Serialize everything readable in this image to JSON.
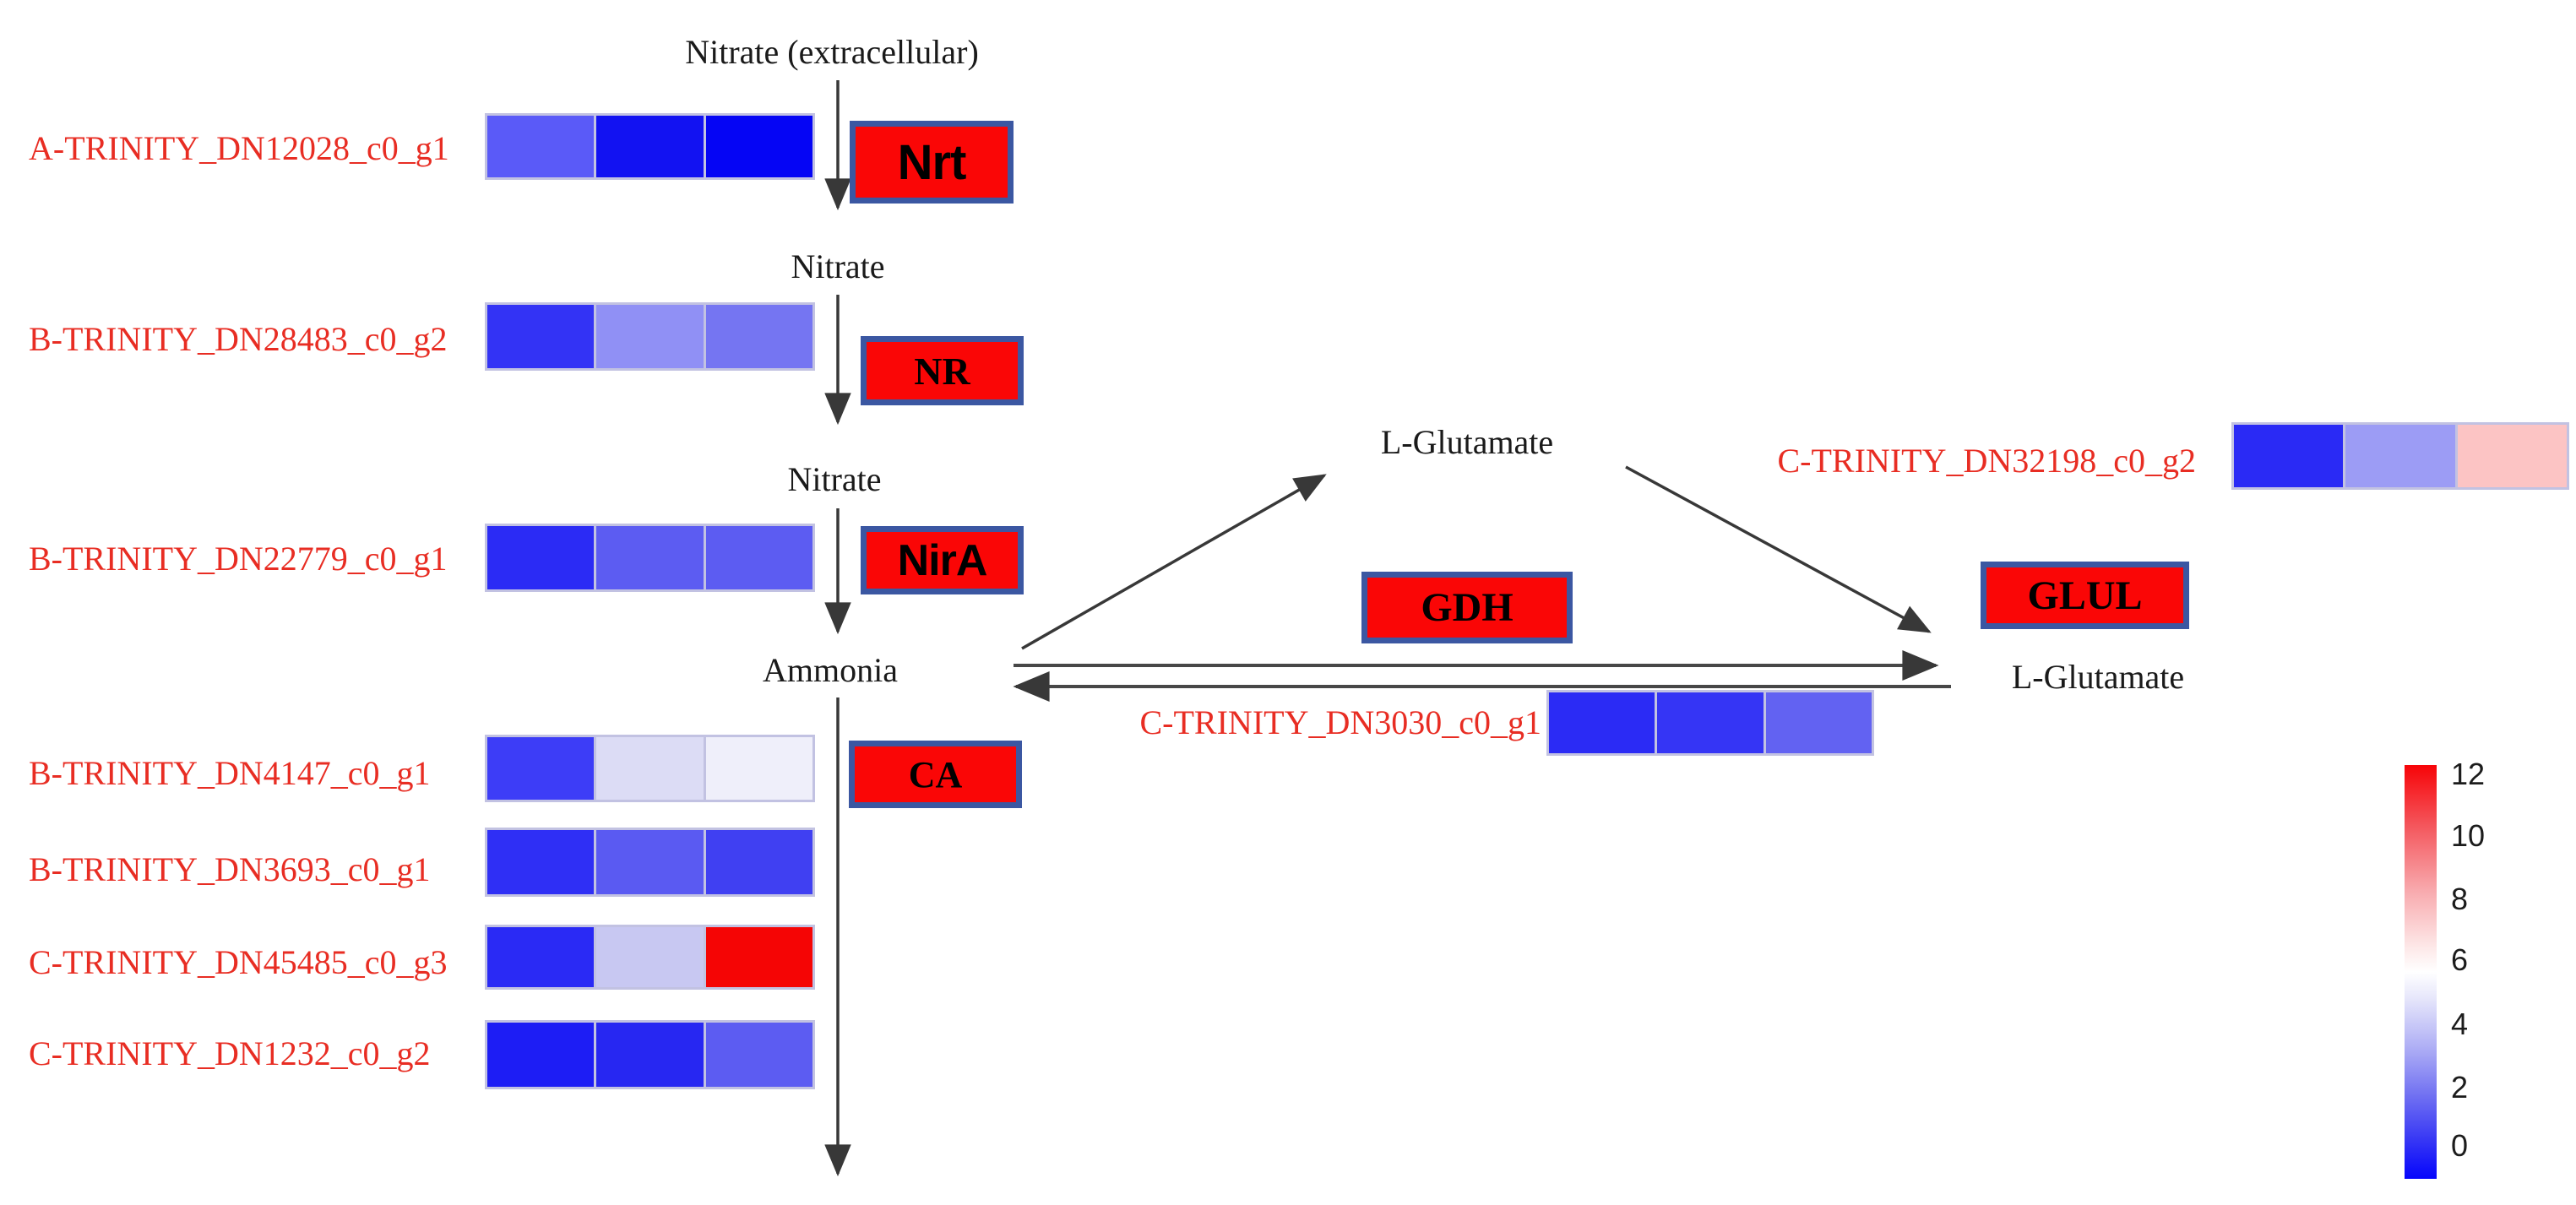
{
  "colors": {
    "enzyme_fill": "#fa0606",
    "enzyme_border": "#3b57a2",
    "gene_label": "#e82d23",
    "arrow": "#383838",
    "strip_border": "#c2c2e2",
    "scale_top_red": "#f70408",
    "scale_mid_white": "#ffffff",
    "scale_bottom_blue": "#0505fc"
  },
  "metabolites": {
    "nitrate_extracellular": "Nitrate (extracellular)",
    "nitrate_after_nrt": "Nitrate",
    "nitrate_after_nr": "Nitrate",
    "ammonia": "Ammonia",
    "l_glutamate_upper": "L-Glutamate",
    "l_glutamate_right": "L-Glutamate"
  },
  "enzymes": [
    {
      "id": "nrt",
      "label": "Nrt"
    },
    {
      "id": "nr",
      "label": "NR"
    },
    {
      "id": "nira",
      "label": "NirA"
    },
    {
      "id": "ca",
      "label": "CA"
    },
    {
      "id": "gdh",
      "label": "GDH"
    },
    {
      "id": "glul",
      "label": "GLUL"
    }
  ],
  "genes": [
    {
      "label": "A-TRINITY_DN12028_c0_g1",
      "cells": [
        "#5a5af8",
        "#1212f2",
        "#0505f5"
      ]
    },
    {
      "label": "B-TRINITY_DN28483_c0_g2",
      "cells": [
        "#3333f5",
        "#9090f5",
        "#7575f2"
      ]
    },
    {
      "label": "B-TRINITY_DN22779_c0_g1",
      "cells": [
        "#2b2bf5",
        "#5c5cf2",
        "#5c5cf2"
      ]
    },
    {
      "label": "B-TRINITY_DN4147_c0_g1",
      "cells": [
        "#3d3df7",
        "#dcdcf5",
        "#efeffa"
      ]
    },
    {
      "label": "B-TRINITY_DN3693_c0_g1",
      "cells": [
        "#2f2ff5",
        "#5a5af2",
        "#4040f2"
      ]
    },
    {
      "label": "C-TRINITY_DN45485_c0_g3",
      "cells": [
        "#2a2af5",
        "#c8c8f2",
        "#f50505"
      ]
    },
    {
      "label": "C-TRINITY_DN1232_c0_g2",
      "cells": [
        "#1d1df5",
        "#2727f2",
        "#5c5cf2"
      ]
    },
    {
      "label": "C-TRINITY_DN3030_c0_g1",
      "cells": [
        "#2b2bf5",
        "#3535f5",
        "#6262f2"
      ]
    },
    {
      "label": "C-TRINITY_DN32198_c0_g2",
      "cells": [
        "#2a2af5",
        "#9c9cf5",
        "#fcc4c4"
      ]
    }
  ],
  "colorbar": {
    "ticks": [
      "12",
      "10",
      "8",
      "6",
      "4",
      "2",
      "0"
    ]
  }
}
